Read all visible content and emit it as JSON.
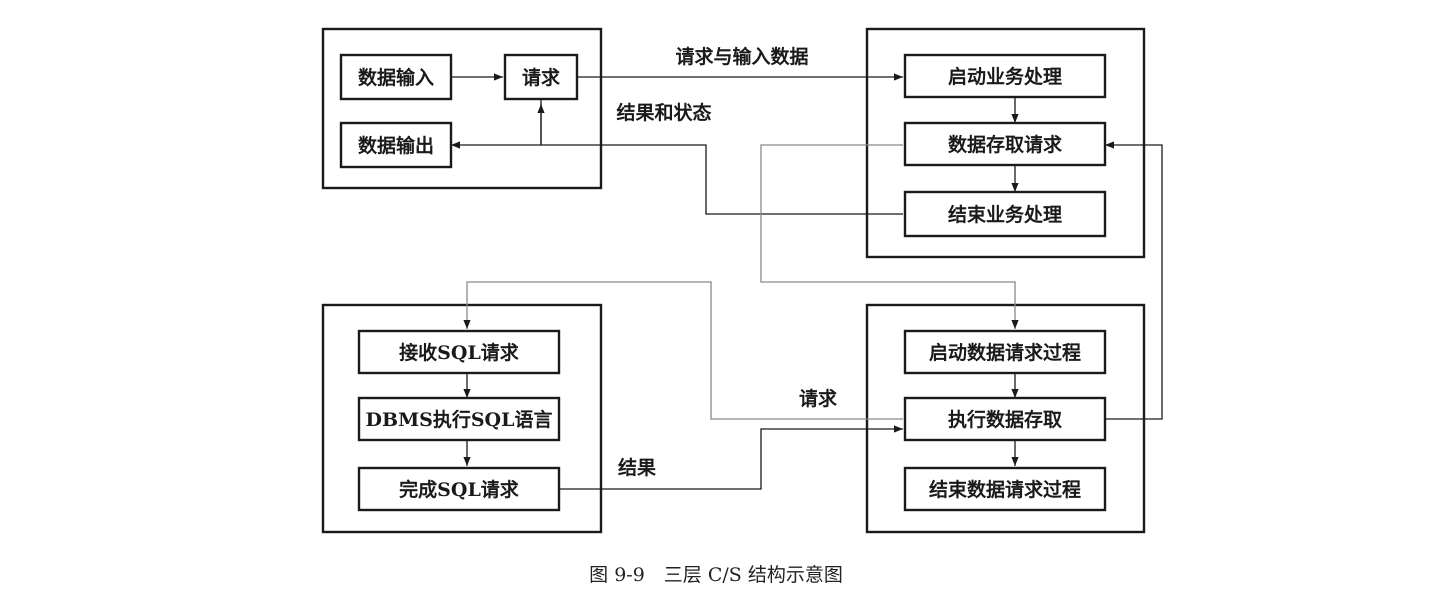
{
  "nodes": {
    "data_input": "数据输入",
    "request": "请求",
    "data_output": "数据输出",
    "start_biz": "启动业务处理",
    "data_access_request": "数据存取请求",
    "end_biz": "结束业务处理",
    "recv_sql": "接收SQL请求",
    "dbms_exec": "DBMS执行SQL语言",
    "done_sql": "完成SQL请求",
    "start_data_req": "启动数据请求过程",
    "exec_data_access": "执行数据存取",
    "end_data_req": "结束数据请求过程"
  },
  "edge_labels": {
    "request_and_input": "请求与输入数据",
    "result_and_status": "结果和状态",
    "request": "请求",
    "result": "结果"
  },
  "caption": "图 9-9　三层 C/S 结构示意图"
}
